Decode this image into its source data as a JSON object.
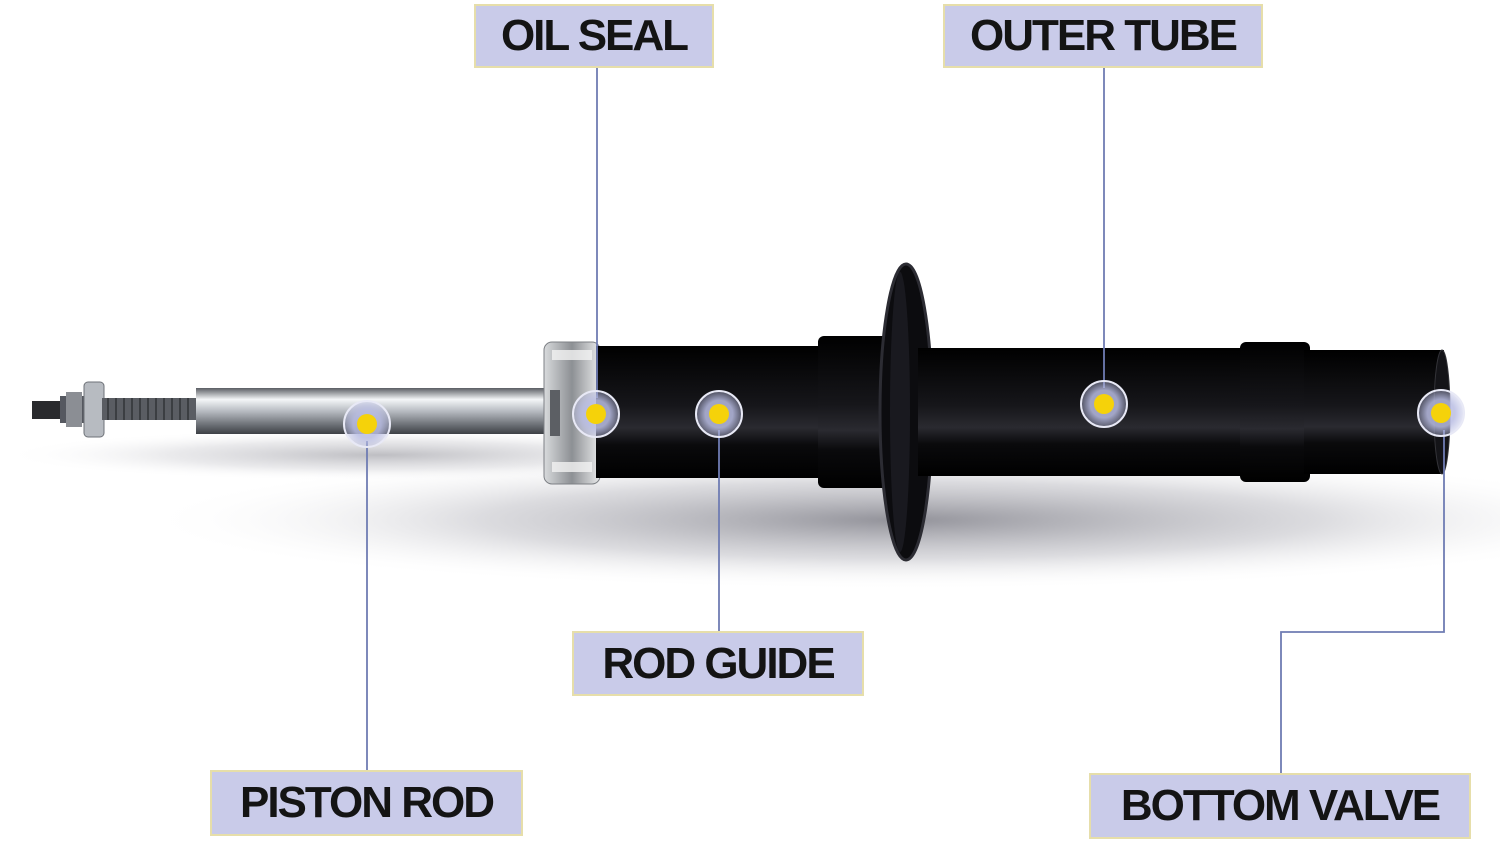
{
  "labels": {
    "oil_seal": "OIL SEAL",
    "outer_tube": "OUTER TUBE",
    "rod_guide": "ROD GUIDE",
    "piston_rod": "PISTON ROD",
    "bottom_valve": "BOTTOM VALVE"
  },
  "colors": {
    "label_fill": "#c9cbe9",
    "label_border": "#e6deaa",
    "marker_fill": "#f5d20a",
    "leader_line": "#6f7cb3",
    "body": "#0b0b0d"
  }
}
